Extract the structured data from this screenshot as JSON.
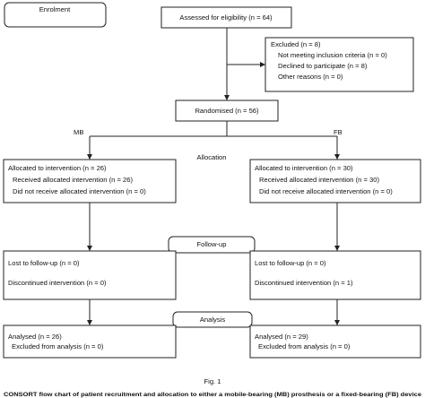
{
  "enrolment": {
    "label": "Enrolment"
  },
  "assessed": {
    "label": "Assessed for eligibility (n = 64)"
  },
  "excluded": {
    "title": "Excluded  (n = 8)",
    "items": [
      "Not meeting inclusion criteria  (n = 0)",
      "Declined to participate  (n = 8)",
      "Other reasons  (n = 0)"
    ]
  },
  "randomised": {
    "label": "Randomised (n = 56)"
  },
  "arms": {
    "left": "MB",
    "right": "FB"
  },
  "allocation_label": "Allocation",
  "alloc_left": {
    "lines": [
      "Allocated to intervention (n = 26)",
      "Received allocated intervention (n = 26)",
      "Did not receive allocated intervention (n = 0)"
    ]
  },
  "alloc_right": {
    "lines": [
      "Allocated to intervention (n = 30)",
      "Received allocated intervention (n = 30)",
      "Did not receive allocated intervention (n = 0)"
    ]
  },
  "followup_label": "Follow-up",
  "follow_left": {
    "lost": "Lost to follow-up (n = 0)",
    "discontinued": "Discontinued intervention (n = 0)"
  },
  "follow_right": {
    "lost": "Lost to follow-up (n = 0)",
    "discontinued": "Discontinued intervention (n = 1)"
  },
  "analysis_label": "Analysis",
  "analysis_left": {
    "analysed": "Analysed  (n = 26)",
    "excluded": "Excluded from analysis (n = 0)"
  },
  "analysis_right": {
    "analysed": "Analysed  (n = 29)",
    "excluded": "Excluded from analysis (n = 0)"
  },
  "figure_label": "Fig. 1",
  "caption": "CONSORT flow chart of patient recruitment and allocation to either a mobile-bearing (MB) prosthesis or a fixed-bearing (FB) device"
}
